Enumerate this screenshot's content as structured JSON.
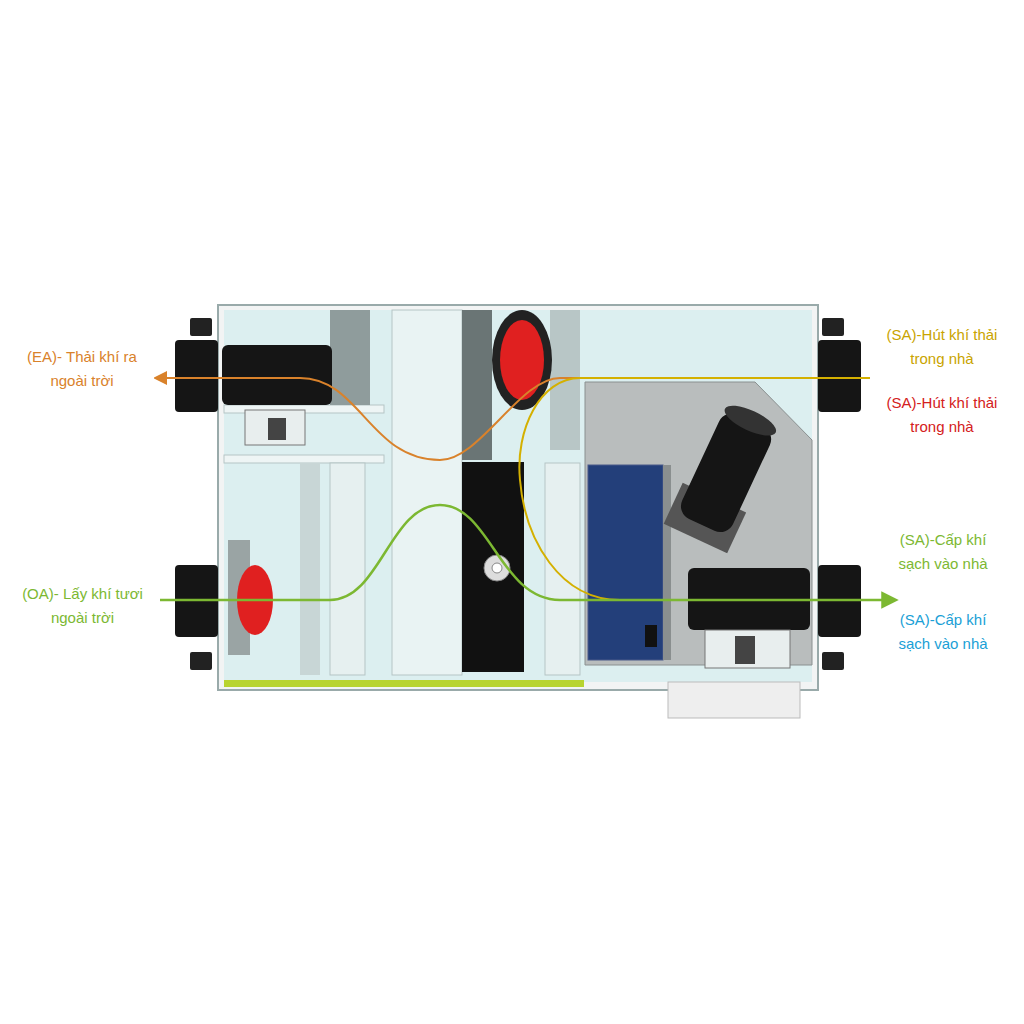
{
  "diagram": {
    "labels": [
      "(EA)- Thải khí ra ngoài trời",
      "(OA)- Lấy khí tươi ngoài trời",
      "(SA)-Hút khí thải trong nhà",
      "(SA)-Hút khí thải trong nhà",
      "(SA)-Cấp khí sạch vào nhà",
      "(SA)-Cấp khí sạch vào nhà"
    ]
  }
}
